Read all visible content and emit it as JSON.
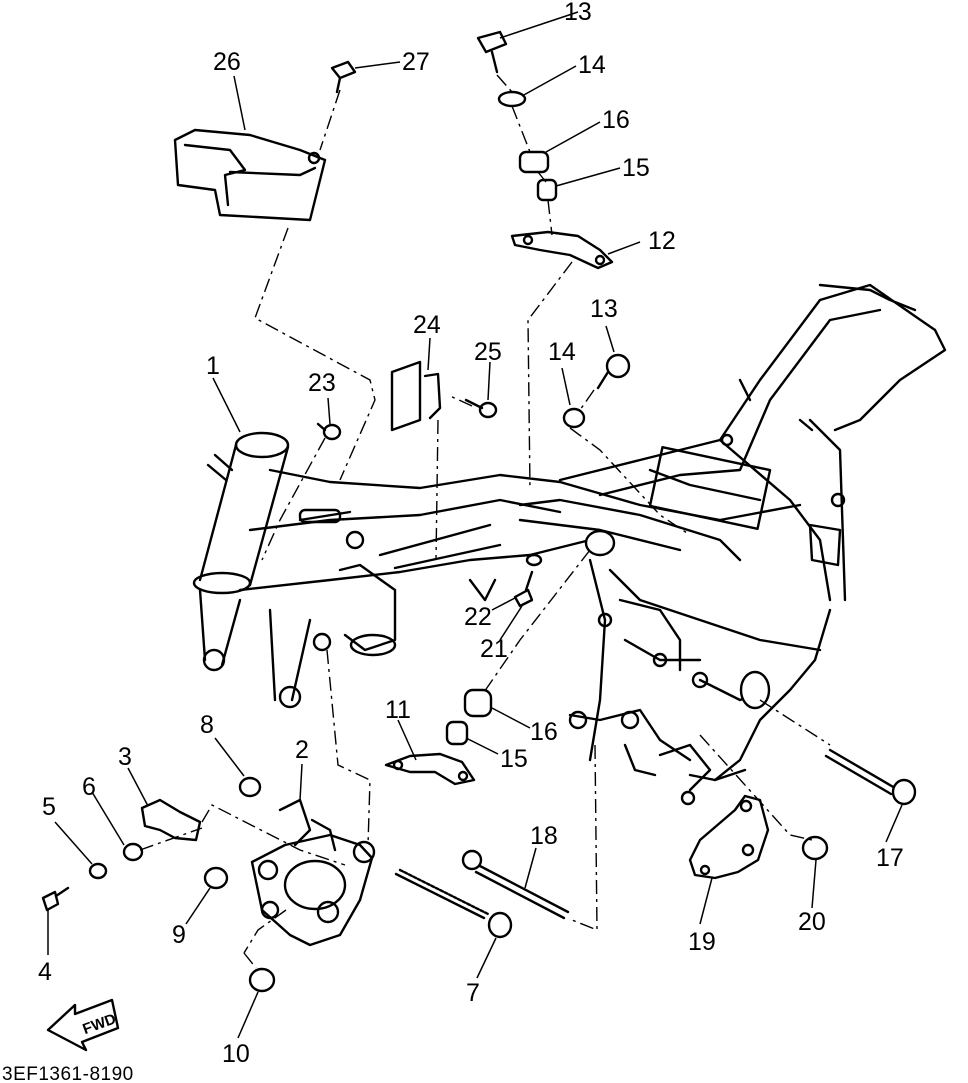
{
  "diagram_code": "3EF1361-8190",
  "direction_label": "FWD",
  "callouts": {
    "c1": "1",
    "c2": "2",
    "c3": "3",
    "c4": "4",
    "c5": "5",
    "c6": "6",
    "c7": "7",
    "c8": "8",
    "c9": "9",
    "c10": "10",
    "c11": "11",
    "c12": "12",
    "c13a": "13",
    "c13b": "13",
    "c14a": "14",
    "c14b": "14",
    "c15a": "15",
    "c15b": "15",
    "c16a": "16",
    "c16b": "16",
    "c17": "17",
    "c18": "18",
    "c19": "19",
    "c20": "20",
    "c21": "21",
    "c22": "22",
    "c23": "23",
    "c24": "24",
    "c25": "25",
    "c26": "26",
    "c27": "27"
  }
}
